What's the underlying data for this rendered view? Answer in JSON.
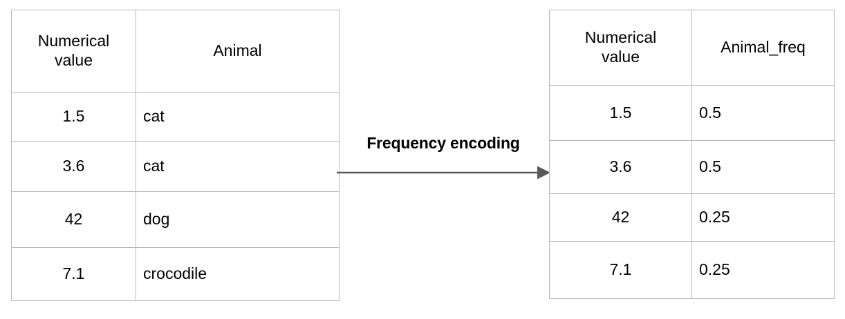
{
  "source_table": {
    "name": "source-table",
    "headers": [
      "Numerical\nvalue",
      "Animal"
    ],
    "rows": [
      {
        "numerical_value": "1.5",
        "animal": "cat"
      },
      {
        "numerical_value": "3.6",
        "animal": "cat"
      },
      {
        "numerical_value": "42",
        "animal": "dog"
      },
      {
        "numerical_value": "7.1",
        "animal": "crocodile"
      }
    ]
  },
  "encoded_table": {
    "name": "encoded-table",
    "headers": [
      "Numerical\nvalue",
      "Animal_freq"
    ],
    "rows": [
      {
        "numerical_value": "1.5",
        "animal_freq": "0.5"
      },
      {
        "numerical_value": "3.6",
        "animal_freq": "0.5"
      },
      {
        "numerical_value": "42",
        "animal_freq": "0.25"
      },
      {
        "numerical_value": "7.1",
        "animal_freq": "0.25"
      }
    ]
  },
  "transform": {
    "label": "Frequency encoding",
    "arrow_icon": "right-arrow-icon"
  },
  "colors": {
    "border": "#b7b7b7",
    "arrow": "#595959",
    "text": "#000000",
    "background": "#ffffff"
  }
}
